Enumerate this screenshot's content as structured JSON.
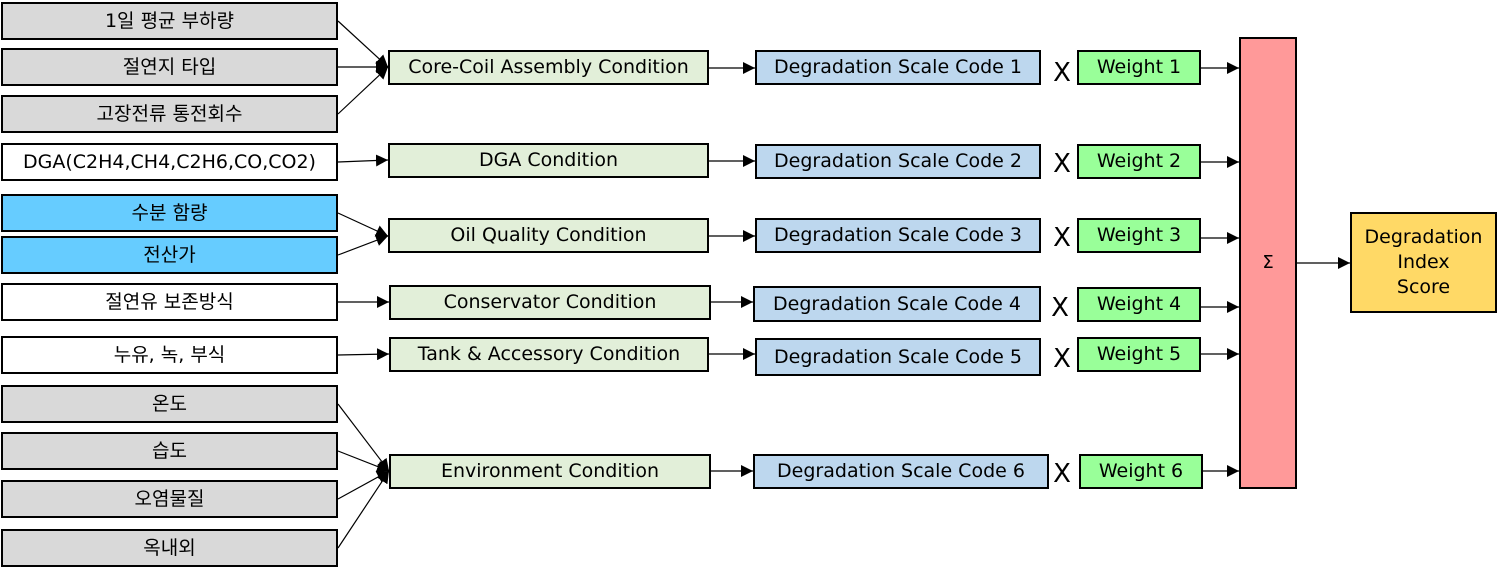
{
  "inputs": [
    {
      "label": "1일 평균 부하량"
    },
    {
      "label": "절연지 타입"
    },
    {
      "label": "고장전류 통전회수"
    },
    {
      "label": "DGA(C2H4,CH4,C2H6,CO,CO2)"
    },
    {
      "label": "수분 함량"
    },
    {
      "label": "전산가"
    },
    {
      "label": "절연유 보존방식"
    },
    {
      "label": "누유, 녹, 부식"
    },
    {
      "label": "온도"
    },
    {
      "label": "습도"
    },
    {
      "label": "오염물질"
    },
    {
      "label": "옥내외"
    }
  ],
  "conditions": [
    {
      "label": "Core-Coil Assembly Condition"
    },
    {
      "label": "DGA Condition"
    },
    {
      "label": "Oil Quality Condition"
    },
    {
      "label": "Conservator Condition"
    },
    {
      "label": "Tank & Accessory Condition"
    },
    {
      "label": "Environment Condition"
    }
  ],
  "codes": [
    {
      "label": "Degradation Scale Code 1"
    },
    {
      "label": "Degradation Scale Code 2"
    },
    {
      "label": "Degradation Scale Code 3"
    },
    {
      "label": "Degradation Scale Code 4"
    },
    {
      "label": "Degradation Scale Code 5"
    },
    {
      "label": "Degradation Scale Code 6"
    }
  ],
  "multiply_symbol": "X",
  "weights": [
    {
      "label": "Weight 1"
    },
    {
      "label": "Weight 2"
    },
    {
      "label": "Weight 3"
    },
    {
      "label": "Weight 4"
    },
    {
      "label": "Weight 5"
    },
    {
      "label": "Weight 6"
    }
  ],
  "sum": {
    "symbol": "Σ"
  },
  "result": {
    "line1": "Degradation",
    "line2": "Index",
    "line3": "Score"
  },
  "colors": {
    "input_gray": "#d9d9d9",
    "input_white": "#ffffff",
    "input_blue": "#66ccff",
    "condition": "#e2efd9",
    "code": "#bdd7ee",
    "weight": "#99ff99",
    "sum": "#ff9999",
    "result": "#ffd966"
  }
}
